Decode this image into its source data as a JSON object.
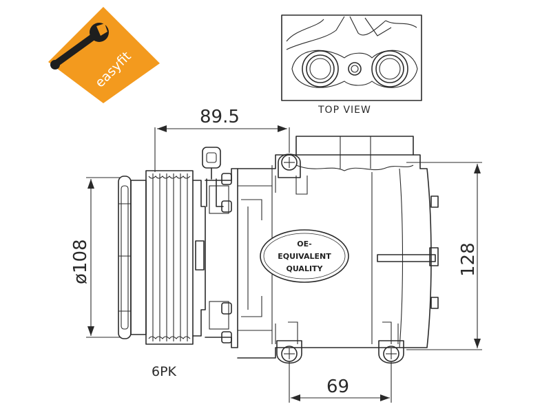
{
  "logo": {
    "text": "easyfit",
    "colors": {
      "orange": "#f39a1e",
      "dark": "#1e1e1e",
      "text": "#ffffff"
    },
    "icon": "wrench-icon"
  },
  "top_view": {
    "caption": "TOP VIEW"
  },
  "dimensions": {
    "width_top": "89.5",
    "diameter": "ø108",
    "height": "128",
    "bottom": "69"
  },
  "pulley_label": "6PK",
  "badge": {
    "line1": "OE-",
    "line2": "EQUIVALENT",
    "line3": "QUALITY"
  },
  "colors": {
    "line": "#2a2a2a",
    "background": "#ffffff"
  }
}
